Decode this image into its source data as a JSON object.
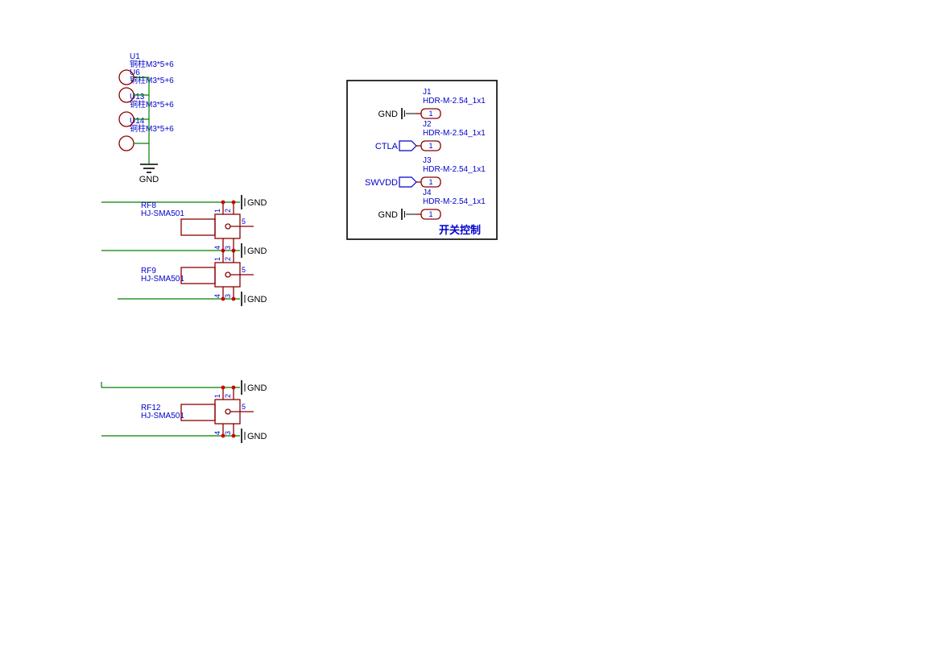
{
  "colors": {
    "background": "#FFFFFF",
    "wire": "#008000",
    "component": "#8B0000",
    "label": "#0000CC",
    "junction": "#CF0000",
    "ground": "#000000"
  },
  "standoffs": {
    "net": "GND",
    "items": [
      {
        "ref": "U1",
        "value": "铜柱M3*5+6"
      },
      {
        "ref": "U6",
        "value": "铜柱M3*5+6"
      },
      {
        "ref": "U13",
        "value": "铜柱M3*5+6"
      },
      {
        "ref": "U14",
        "value": "铜柱M3*5+6"
      }
    ]
  },
  "rf_connectors": [
    {
      "ref": "RF8",
      "value": "HJ-SMA501",
      "pins": [
        "1",
        "2",
        "3",
        "4",
        "5"
      ],
      "top_net": "GND",
      "bottom_net": "GND"
    },
    {
      "ref": "RF9",
      "value": "HJ-SMA501",
      "pins": [
        "1",
        "2",
        "3",
        "4",
        "5"
      ],
      "bottom_net": "GND"
    },
    {
      "ref": "RF12",
      "value": "HJ-SMA501",
      "pins": [
        "1",
        "2",
        "3",
        "4",
        "5"
      ],
      "top_net": "GND",
      "bottom_net": "GND"
    }
  ],
  "switch_control_box": {
    "title": "开关控制",
    "headers": [
      {
        "ref": "J1",
        "value": "HDR-M-2.54_1x1",
        "pin": "1",
        "net": "GND",
        "net_kind": "ground"
      },
      {
        "ref": "J2",
        "value": "HDR-M-2.54_1x1",
        "pin": "1",
        "net": "CTLA",
        "net_kind": "flag"
      },
      {
        "ref": "J3",
        "value": "HDR-M-2.54_1x1",
        "pin": "1",
        "net": "SWVDD",
        "net_kind": "flag"
      },
      {
        "ref": "J4",
        "value": "HDR-M-2.54_1x1",
        "pin": "1",
        "net": "GND",
        "net_kind": "ground"
      }
    ]
  }
}
